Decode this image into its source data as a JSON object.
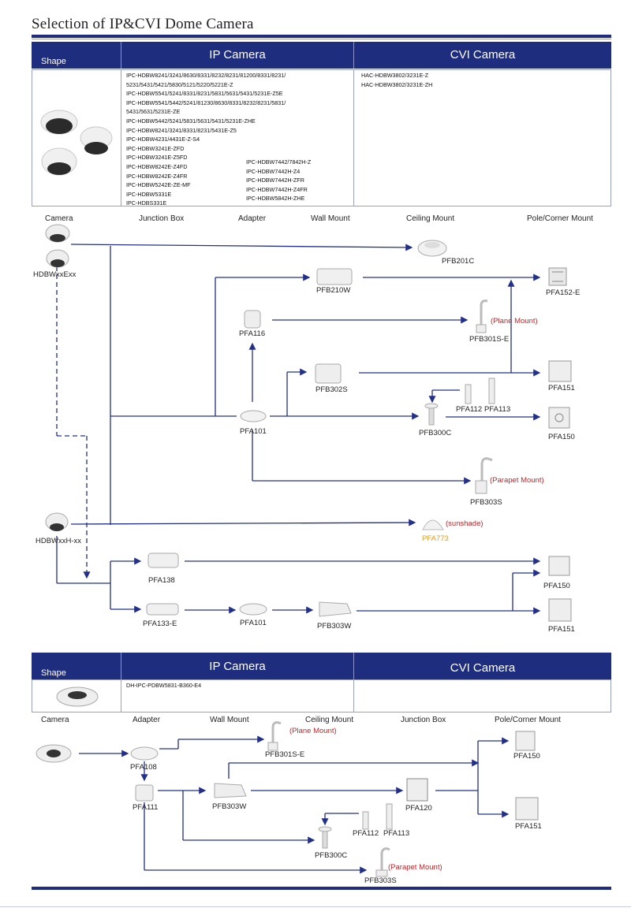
{
  "page_title": "Selection of IP&CVI Dome Camera",
  "section1": {
    "shape_label": "Shape",
    "ip_label": "IP Camera",
    "cvi_label": "CVI Camera",
    "ip_models_col1": [
      "IPC-HDBW8241/3241/8630/8331/8232/8231/81200/8331/8231/",
      "5231/5431/5421/5830/5121/5220/5221E-Z",
      "IPC-HDBW5541/5241/8331/8231/5831/5631/5431/5231E-Z5E",
      "IPC-HDBW5541/5442/5241/81230/8630/8331/8232/8231/5831/",
      "5431/5631/5231E-ZE",
      "IPC-HDBW5442/5241/5831/5631/5431/5231E-ZHE",
      "IPC-HDBW8241/3241/8331/8231/5431E-Z5",
      "IPC-HDBW4231/4431E-Z-S4",
      "IPC-HDBW3241E-ZFD",
      "IPC-HDBW3241E-Z5FD",
      "IPC-HDBW8242E-Z4FD",
      "IPC-HDBW8242E-Z4FR",
      "IPC-HDBW5242E-ZE-MF",
      "IPC-HDBW5331E",
      "IPC-HDBS331E"
    ],
    "ip_models_col2": [
      "IPC-HDBW7442/7842H-Z",
      "IPC-HDBW7442H-Z4",
      "IPC-HDBW7442H-ZFR",
      "IPC-HDBW7442H-Z4FR",
      "IPC-HDBW5842H-ZHE"
    ],
    "cvi_models": [
      "HAC-HDBW3802/3231E-Z",
      "HAC-HDBW3802/3231E-ZH"
    ],
    "categories": [
      "Camera",
      "Junction Box",
      "Adapter",
      "Wall Mount",
      "Ceiling Mount",
      "Pole/Corner Mount"
    ],
    "parts": {
      "cam1": "HDBWxxExx",
      "cam2": "HDBWxxH-xx",
      "pfb201c": "PFB201C",
      "pfb210w": "PFB210W",
      "pfa152e": "PFA152-E",
      "pfa116": "PFA116",
      "pfb301se": "PFB301S-E",
      "plane_mount": "(Plane Mount)",
      "pfb302s": "PFB302S",
      "pfa151": "PFA151",
      "pfa112": "PFA112",
      "pfa113": "PFA113",
      "pfa101": "PFA101",
      "pfb300c": "PFB300C",
      "pfa150": "PFA150",
      "pfb303s": "PFB303S",
      "parapet_mount": "(Parapet Mount)",
      "sunshade": "(sunshade)",
      "pfa773": "PFA773",
      "pfa138": "PFA138",
      "pfa150b": "PFA150",
      "pfa133e": "PFA133-E",
      "pfa101b": "PFA101",
      "pfb303w": "PFB303W",
      "pfa151b": "PFA151"
    }
  },
  "section2": {
    "shape_label": "Shape",
    "ip_label": "IP Camera",
    "cvi_label": "CVI Camera",
    "ip_models": [
      "DH-IPC-PDBW5831-B360-E4"
    ],
    "categories": [
      "Camera",
      "Adapter",
      "Wall Mount",
      "Ceiling Mount",
      "Junction Box",
      "Pole/Corner Mount"
    ],
    "parts": {
      "pfa108": "PFA108",
      "pfb301se": "PFB301S-E",
      "plane_mount": "(Plane Mount)",
      "pfa150": "PFA150",
      "pfa111": "PFA111",
      "pfb303w": "PFB303W",
      "pfa120": "PFA120",
      "pfa151": "PFA151",
      "pfa112": "PFA112",
      "pfa113": "PFA113",
      "pfb300c": "PFB300C",
      "pfb303s": "PFB303S",
      "parapet_mount": "(Parapet Mount)"
    }
  },
  "colors": {
    "navy": "#1e2d7d",
    "line": "#23308a",
    "red": "#c0262a",
    "orange": "#e59a17"
  }
}
